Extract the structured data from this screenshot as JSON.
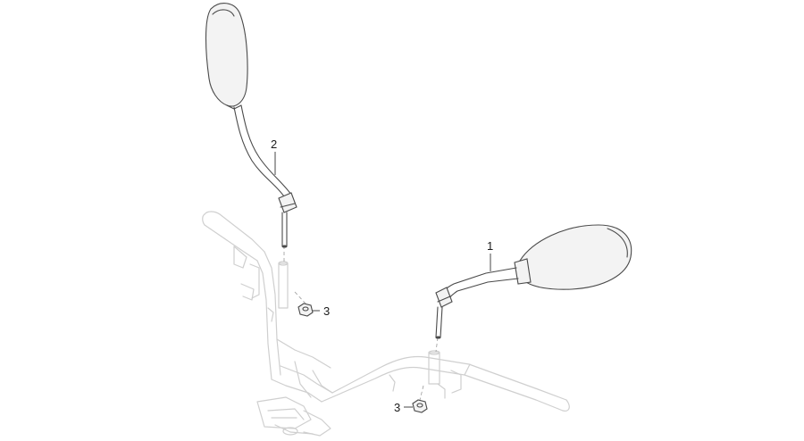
{
  "callouts": [
    {
      "id": "callout-1",
      "label": "1"
    },
    {
      "id": "callout-2",
      "label": "2"
    },
    {
      "id": "callout-3a",
      "label": "3"
    },
    {
      "id": "callout-3b",
      "label": "3"
    }
  ],
  "colors": {
    "line": "#4a4a4a",
    "ghost": "#cfcfcf",
    "text": "#1a1a1a"
  }
}
